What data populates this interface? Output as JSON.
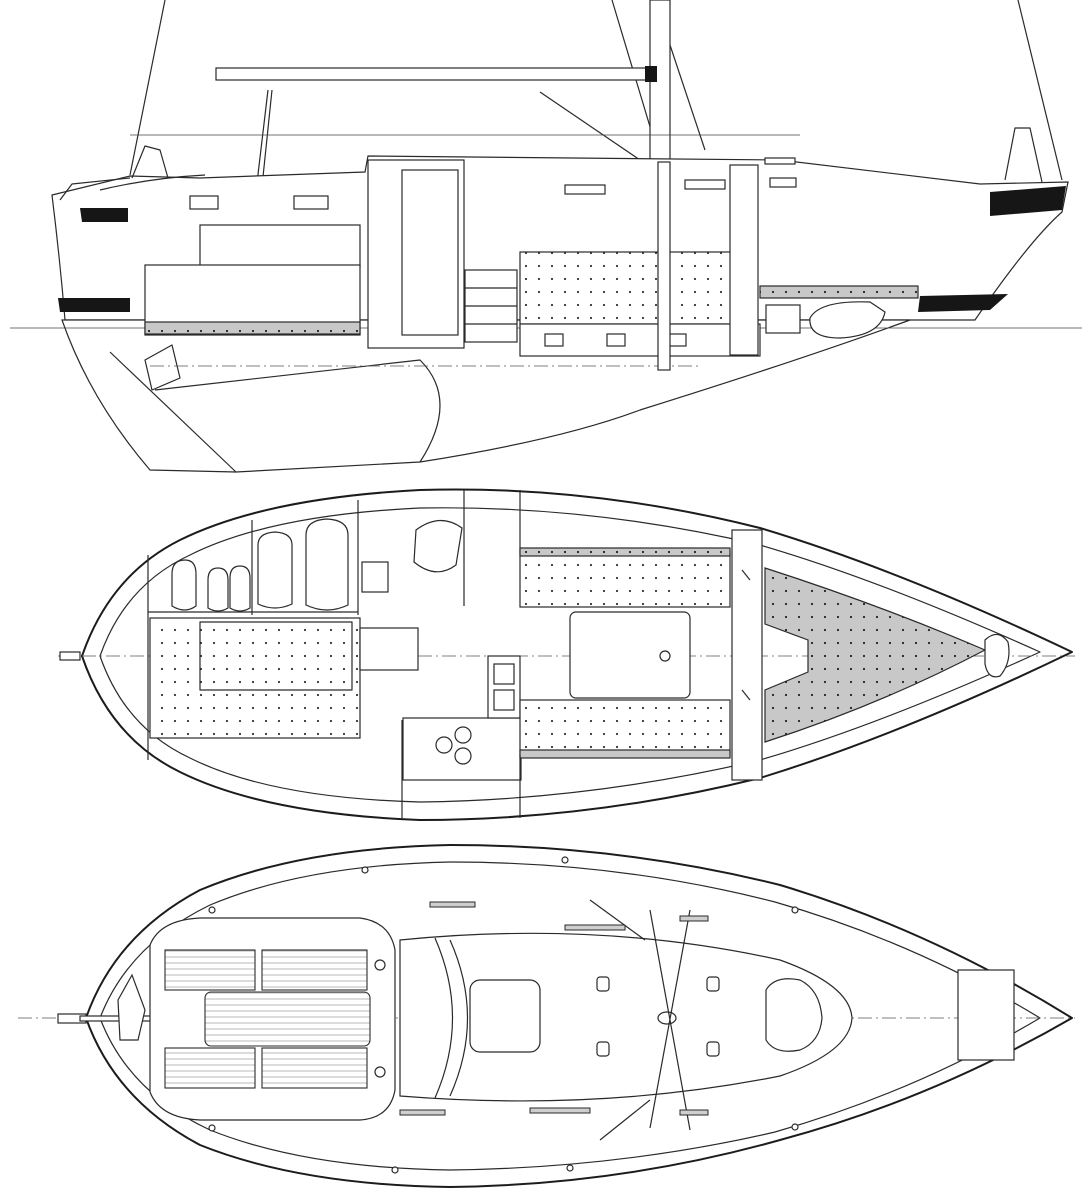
{
  "figure": {
    "views": [
      {
        "id": "profile",
        "name": ""
      },
      {
        "id": "accommodation-plan",
        "name": ""
      },
      {
        "id": "deck-plan",
        "name": ""
      }
    ],
    "colors": {
      "ink": "#1c1c1c",
      "paper": "#ffffff",
      "shading": "#cfcfcf"
    }
  }
}
